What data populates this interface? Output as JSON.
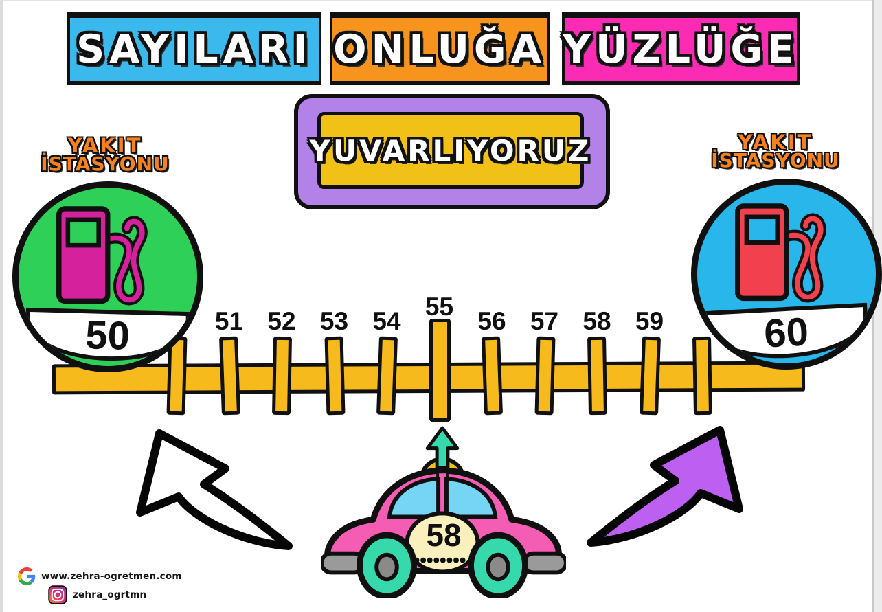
{
  "banners": [
    {
      "label": "SAYILARI",
      "color": "#3bb8ec"
    },
    {
      "label": "ONLUĞA",
      "color": "#f7941e"
    },
    {
      "label": "YÜZLÜĞE",
      "color": "#fb2bb4"
    }
  ],
  "ribbon": {
    "label": "YUVARLIYORUZ",
    "frame_color": "#b382e9",
    "panel_color": "#f2c117"
  },
  "stations": {
    "left": {
      "title": "YAKIT",
      "subtitle": "İSTASYONU",
      "value": "50",
      "circle_color": "#2fd058",
      "pump_color": "#d6219c"
    },
    "right": {
      "title": "YAKIT",
      "subtitle": "İSTASYONU",
      "value": "60",
      "circle_color": "#29b6eb",
      "pump_color": "#f2414e"
    }
  },
  "number_line": {
    "bar_color": "#f6ba1c",
    "ticks": [
      {
        "value": 50,
        "label": ""
      },
      {
        "value": 51,
        "label": "51"
      },
      {
        "value": 52,
        "label": "52"
      },
      {
        "value": 53,
        "label": "53"
      },
      {
        "value": 54,
        "label": "54"
      },
      {
        "value": 55,
        "label": "55",
        "major": true
      },
      {
        "value": 56,
        "label": "56"
      },
      {
        "value": 57,
        "label": "57"
      },
      {
        "value": 58,
        "label": "58"
      },
      {
        "value": 59,
        "label": "59"
      },
      {
        "value": 60,
        "label": ""
      }
    ]
  },
  "car": {
    "plate": "58",
    "body_color": "#f55cb3",
    "window_color": "#76d4f5",
    "wheel_color": "#35d9ab",
    "roof_arrow_color": "#35d9ab",
    "roof_dome_color": "#f2c117",
    "plate_color": "#faf0bd"
  },
  "arrows": {
    "left_color": "#ffffff",
    "right_color": "#bd5ff0"
  },
  "footer": {
    "website": "www.zehra-ogretmen.com",
    "instagram": "zehra_ogrtmn"
  }
}
